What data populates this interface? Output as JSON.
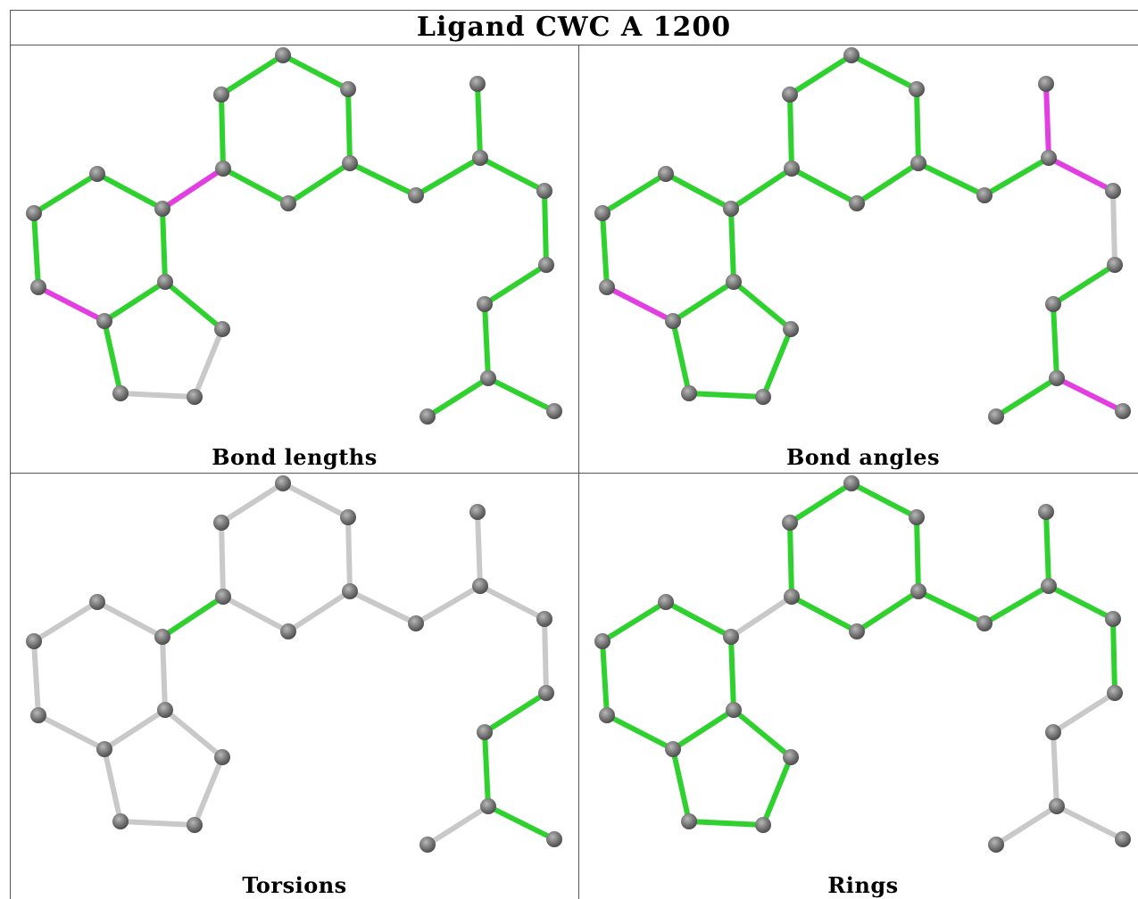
{
  "title": "Ligand CWC A 1200",
  "colors": {
    "green": "#2fd12f",
    "magenta": "#e23ee2",
    "grey": "#c9c9c9",
    "atom": "#767676"
  },
  "panels": [
    {
      "caption": "Bond lengths",
      "bond_colors": [
        "green",
        "green",
        "green",
        "green",
        "green",
        "green",
        "magenta",
        "green",
        "green",
        "green",
        "green",
        "green",
        "green",
        "green",
        "magenta",
        "green",
        "green",
        "green",
        "grey",
        "grey",
        "green",
        "green",
        "green",
        "green",
        "green",
        "green",
        "green",
        "green",
        "green",
        "green",
        "green"
      ]
    },
    {
      "caption": "Bond angles",
      "bond_colors": [
        "green",
        "green",
        "green",
        "green",
        "green",
        "green",
        "green",
        "green",
        "green",
        "magenta",
        "magenta",
        "green",
        "green",
        "green",
        "magenta",
        "green",
        "green",
        "green",
        "green",
        "green",
        "green",
        "grey",
        "green",
        "green",
        "green",
        "magenta",
        "green",
        "green",
        "green",
        "green",
        "green"
      ]
    },
    {
      "caption": "Torsions",
      "bond_colors": [
        "grey",
        "grey",
        "grey",
        "grey",
        "grey",
        "grey",
        "green",
        "grey",
        "grey",
        "grey",
        "grey",
        "grey",
        "grey",
        "grey",
        "grey",
        "grey",
        "grey",
        "grey",
        "grey",
        "grey",
        "grey",
        "grey",
        "green",
        "green",
        "grey",
        "green",
        "magenta",
        "green",
        "magenta",
        "grey",
        "grey"
      ]
    },
    {
      "caption": "Rings",
      "bond_colors": [
        "green",
        "green",
        "green",
        "green",
        "green",
        "green",
        "grey",
        "green",
        "green",
        "green",
        "green",
        "green",
        "green",
        "green",
        "green",
        "green",
        "green",
        "green",
        "green",
        "green",
        "green",
        "green",
        "grey",
        "grey",
        "grey",
        "grey",
        "grey",
        "grey",
        "grey",
        "grey",
        "grey"
      ]
    }
  ]
}
